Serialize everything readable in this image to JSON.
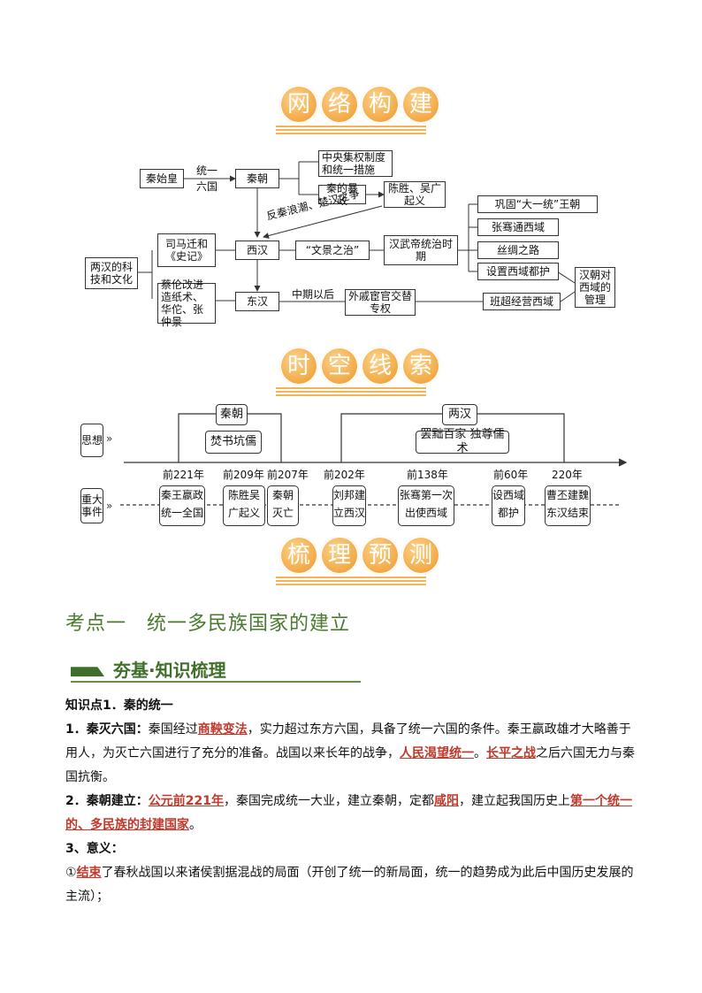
{
  "banners": {
    "network": [
      "网",
      "络",
      "构",
      "建"
    ],
    "timeline": [
      "时",
      "空",
      "线",
      "索"
    ],
    "review": [
      "梳",
      "理",
      "预",
      "测"
    ]
  },
  "network": {
    "qinshihuang": "秦始皇",
    "unify_label_1": "统一",
    "unify_label_2": "六国",
    "qin": "秦朝",
    "central_system": "中央集权制度和统一措施",
    "tyranny": "秦的暴政",
    "chensheng": "陈胜、吴广起义",
    "anti_qin": "反秦浪潮、楚汉之争",
    "sima": "司马迁和《史记》",
    "tech_culture": "两汉的科技和文化",
    "western_han": "西汉",
    "wenjing": "“文景之治”",
    "wudi": "汉武帝统治时期",
    "consolidate": "巩固“大一统”王朝",
    "zhangqian": "张骞通西域",
    "silk_road": "丝绸之路",
    "protectorate": "设置西域都护",
    "han_manage": "汉朝对西域的管理",
    "cailun": "蔡伦改进造纸术、华佗、张仲景",
    "eastern_han": "东汉",
    "mid_later": "中期以后",
    "eunuchs": "外戚宦官交替专权",
    "banchao": "班超经营西域"
  },
  "timeline": {
    "thought_label": "思想",
    "events_label": "重大事件",
    "qin": "秦朝",
    "burn_books": "焚书坑儒",
    "two_han": "两汉",
    "confucian": "罢黜百家 独尊儒术",
    "years": [
      "前221年",
      "前209年",
      "前207年",
      "前202年",
      "前138年",
      "前60年",
      "220年"
    ],
    "events": [
      "秦王嬴政统一全国",
      "陈胜吴广起义",
      "秦朝灭亡",
      "刘邦建立西汉",
      "张骞第一次出使西域",
      "设西域都护",
      "曹丕建魏东汉结束"
    ]
  },
  "content": {
    "section_title": "考点一　统一多民族国家的建立",
    "sub_title": "夯基·知识梳理",
    "point_title": "知识点1．秦的统一",
    "p1_lead": "1．秦灭六国：",
    "p1_a": "秦国经过",
    "p1_r1": "商鞅变法",
    "p1_b": "，实力超过东方六国，具备了统一六国的条件。秦王嬴政雄才大略善于用人，为灭亡六国进行了充分的准备。战国以来长年的战争，",
    "p1_r2": "人民渴望统一",
    "p1_c": "。",
    "p1_r3": "长平之战",
    "p1_d": "之后六国无力与秦国抗衡。",
    "p2_lead": "2．秦朝建立：",
    "p2_r1": "公元前221年",
    "p2_a": "，秦国完成统一大业，建立秦朝，定都",
    "p2_r2": "咸阳",
    "p2_b": "，建立起我国历史上",
    "p2_r3": "第一个统一的、多民族的封建国家",
    "p2_c": "。",
    "p3_lead": "3、意义：",
    "p4_a": "①",
    "p4_r1": "结束",
    "p4_b": "了春秋战国以来诸侯割据混战的局面（开创了统一的新局面，统一的趋势成为此后中国历史发展的主流）；"
  }
}
